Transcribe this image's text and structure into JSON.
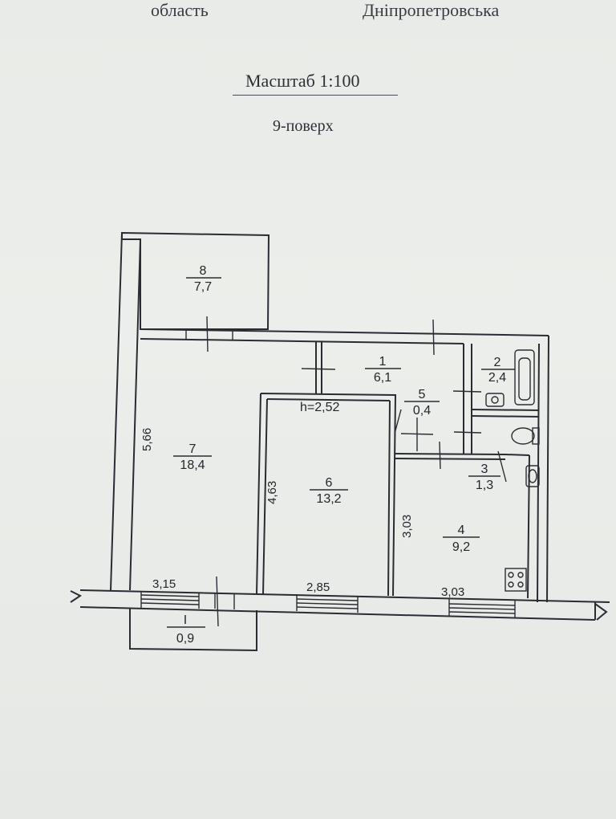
{
  "header": {
    "oblast_label": "область",
    "oblast_value": "Дніпропетровська",
    "scale": "Масштаб 1:100",
    "floor": "9-поверх"
  },
  "plan": {
    "ceiling_height": "h=2,52",
    "rooms": [
      {
        "number": "8",
        "area": "7,7"
      },
      {
        "number": "1",
        "area": "6,1"
      },
      {
        "number": "2",
        "area": "2,4"
      },
      {
        "number": "5",
        "area": "0,4"
      },
      {
        "number": "7",
        "area": "18,4"
      },
      {
        "number": "6",
        "area": "13,2"
      },
      {
        "number": "3",
        "area": "1,3"
      },
      {
        "number": "4",
        "area": "9,2"
      },
      {
        "number": "I",
        "area": "0,9"
      }
    ],
    "dimensions": [
      "5,66",
      "4,63",
      "3,03",
      "3,15",
      "2,85",
      "3,03"
    ]
  },
  "colors": {
    "paper": "#ebedea",
    "ink": "#2b2c33"
  }
}
